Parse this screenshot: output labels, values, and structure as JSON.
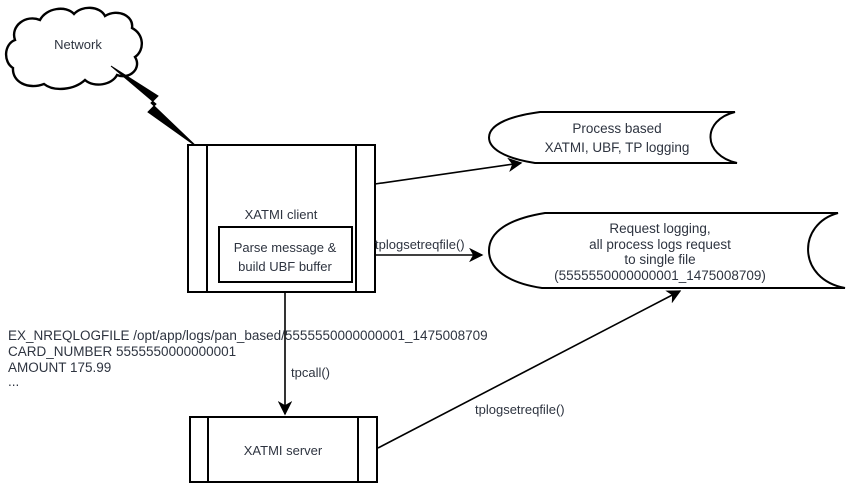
{
  "diagram": {
    "background": "#ffffff",
    "stroke_color": "#000000",
    "text_color": "#2e3440"
  },
  "nodes": {
    "network": {
      "label": "Network"
    },
    "client": {
      "title": "XATMI client",
      "parse_box_line1": "Parse message &",
      "parse_box_line2": "build UBF buffer"
    },
    "process_logging": {
      "line1": "Process based",
      "line2": "XATMI, UBF, TP logging"
    },
    "request_logging": {
      "line1": "Request logging,",
      "line2": "all process logs request",
      "line3": "to single file",
      "line4": "(5555550000000001_1475008709)"
    },
    "server": {
      "title": "XATMI server"
    }
  },
  "edges": {
    "parse_to_request": {
      "label": "tplogsetreqfile()"
    },
    "client_to_server": {
      "label": "tpcall()"
    },
    "server_to_request": {
      "label": "tplogsetreqfile()"
    }
  },
  "log_sample": {
    "line1": "EX_NREQLOGFILE /opt/app/logs/pan_based/5555550000000001_1475008709",
    "line2": "CARD_NUMBER 5555550000000001",
    "line3": "AMOUNT 175.99",
    "line4": "..."
  }
}
